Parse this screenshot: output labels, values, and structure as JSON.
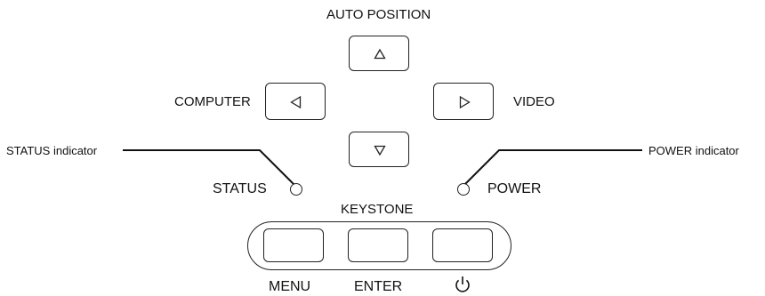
{
  "labels": {
    "auto_position": "AUTO POSITION",
    "computer": "COMPUTER",
    "video": "VIDEO",
    "status_indicator": "STATUS indicator",
    "power_indicator": "POWER indicator",
    "status": "STATUS",
    "power": "POWER",
    "keystone": "KEYSTONE",
    "menu": "MENU",
    "enter": "ENTER",
    "power_symbol": "⏻"
  },
  "icons": {
    "up": "triangle-up-icon",
    "left": "triangle-left-icon",
    "right": "triangle-right-icon",
    "down": "triangle-down-icon"
  },
  "colors": {
    "line": "#111111",
    "background": "#ffffff"
  }
}
